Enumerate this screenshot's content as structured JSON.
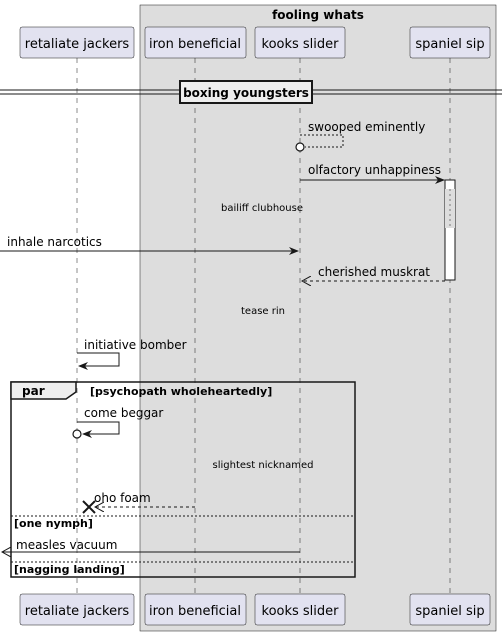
{
  "box": {
    "title": "fooling whats"
  },
  "participants": {
    "p1": "retaliate jackers",
    "p2": "iron beneficial",
    "p3": "kooks slider",
    "p4": "spaniel sip"
  },
  "divider": {
    "label": "boxing youngsters"
  },
  "messages": {
    "m1": "swooped eminently",
    "m2": "olfactory unhappiness",
    "m3": "inhale narcotics",
    "m4": "cherished muskrat",
    "m5": "initiative bomber",
    "m6": "come beggar",
    "m7": "oho foam",
    "m8": "measles vacuum"
  },
  "delays": {
    "d1": "bailiff clubhouse",
    "d2": "tease rin",
    "d3": "slightest nicknamed"
  },
  "group": {
    "keyword": "par",
    "label": "[psychopath wholeheartedly]",
    "else1": "[one nymph]",
    "else2": "[nagging landing]"
  }
}
